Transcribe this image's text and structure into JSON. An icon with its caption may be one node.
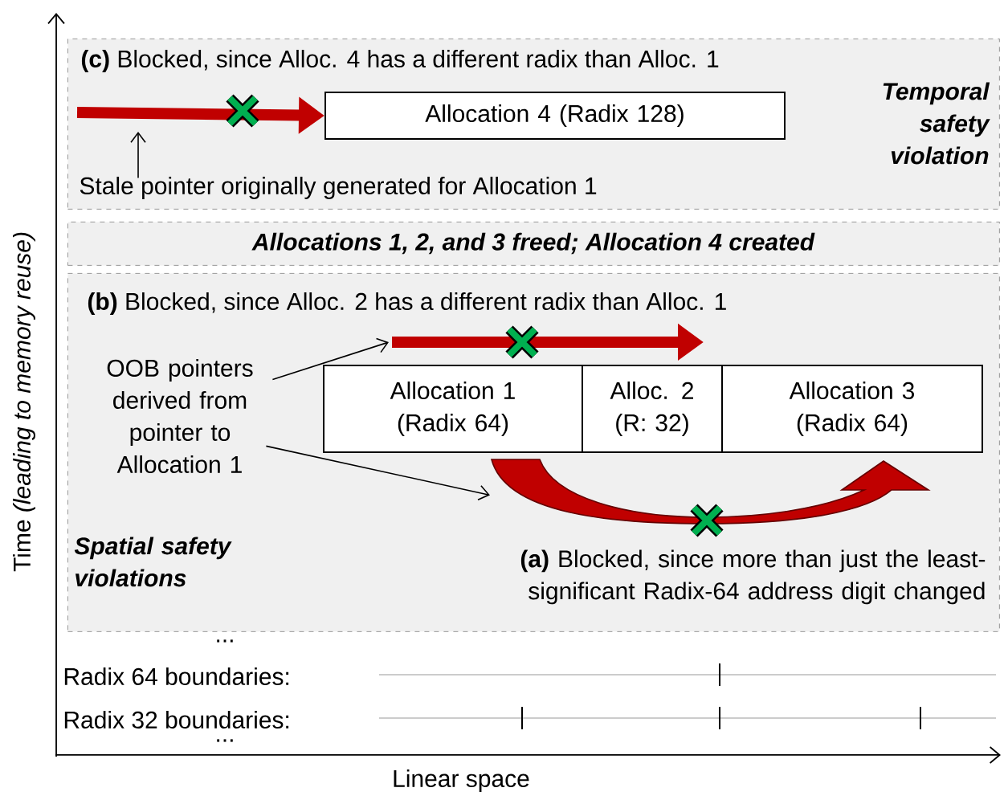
{
  "diagram": {
    "nodes": [
      {
        "text": [
          "**(c)** Blocked, since Alloc. 4 has a different radix than Alloc. 1",
          "Temporal safety violation"
        ]
      },
      {
        "text": [
          "Allocation 4 (Radix 128)"
        ],
        "in": 0
      },
      {
        "text": [
          "Stale pointer originally generated for Allocation 1"
        ],
        "in": 0
      },
      {
        "text": [
          "Allocations 1, 2, and 3 freed; Allocation 4 created"
        ]
      },
      {
        "text": [
          "**(b)** Blocked, since Alloc. 2 has a different radix than Alloc. 1",
          "Spatial safety violations",
          "**(a)** Blocked, since more than just the least-significant Radix-64 address digit changed"
        ]
      },
      {
        "text": [
          "OOB pointers derived from pointer to Allocation 1"
        ],
        "in": 4
      },
      {
        "text": [
          "Allocation 1 (Radix 64)"
        ],
        "in": 4
      },
      {
        "text": [
          "Alloc. 2 (R: 32)"
        ],
        "in": 4
      },
      {
        "text": [
          "Allocation 3 (Radix 64)"
        ],
        "in": 4
      },
      {
        "text": [],
        "shape": "arrow",
        "in": 4
      }
    ],
    "edges": [
      {
        "from": null,
        "to": 1,
        "arrow": "to",
        "style": "thick",
        "color": "#c00000"
      },
      {
        "from": 2,
        "to": null,
        "arrow": "to"
      },
      {
        "from": 6,
        "to": 7,
        "arrow": "to",
        "style": "thick",
        "color": "#c00000"
      },
      {
        "from": 5,
        "to": 6,
        "arrow": "to"
      },
      {
        "from": 5,
        "to": 9,
        "arrow": "to"
      }
    ],
    "labels": [
      "Time *(leading to memory reuse)*",
      "...",
      "Radix 64 boundaries:",
      "Radix 32 boundaries:",
      "...",
      "Linear space"
    ]
  }
}
